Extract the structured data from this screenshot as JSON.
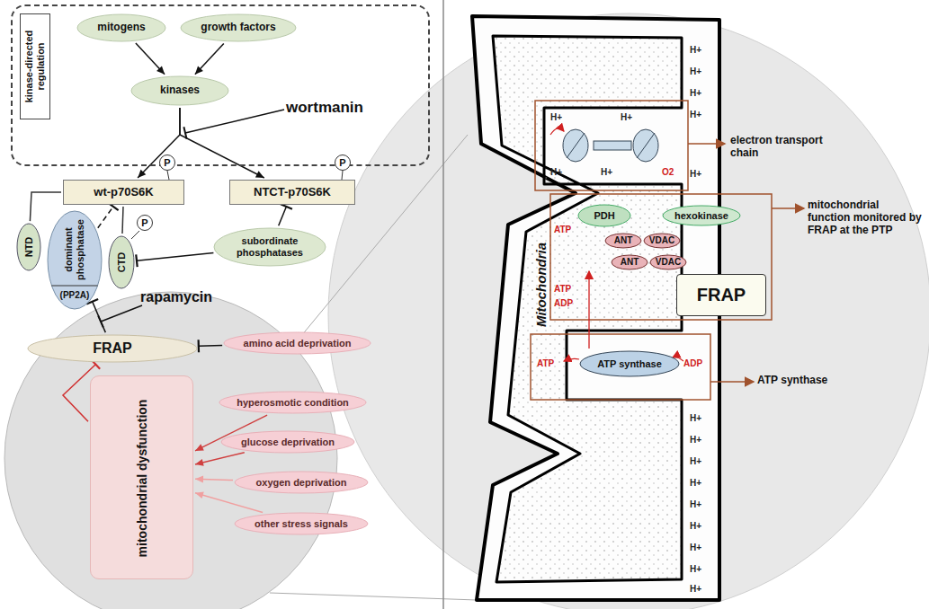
{
  "diagram": {
    "nodes": [
      {
        "text": [
          "kinase-directed regulation"
        ]
      },
      {
        "text": [
          "mitogens"
        ],
        "in": 0
      },
      {
        "text": [
          "growth factors"
        ],
        "in": 0
      },
      {
        "text": [
          "kinases"
        ],
        "in": 0
      },
      {
        "text": [
          "wt-p70S6K"
        ]
      },
      {
        "text": [
          "NTCT-p70S6K"
        ]
      },
      {
        "text": [
          "NTD"
        ]
      },
      {
        "text": [
          "dominant phosphatase",
          "(PP2A)"
        ]
      },
      {
        "text": [
          "CTD"
        ]
      },
      {
        "text": [
          "subordinate phosphatases"
        ]
      },
      {
        "text": [
          "FRAP"
        ]
      },
      {
        "text": [
          "mitochondrial dysfunction"
        ]
      },
      {
        "text": [
          "amino acid deprivation"
        ]
      },
      {
        "text": [
          "hyperosmotic condition"
        ]
      },
      {
        "text": [
          "glucose deprivation"
        ]
      },
      {
        "text": [
          "oxygen deprivation"
        ]
      },
      {
        "text": [
          "other stress signals"
        ]
      },
      {
        "text": [
          "PDH"
        ]
      },
      {
        "text": [
          "hexokinase"
        ]
      },
      {
        "text": [
          "ANT"
        ]
      },
      {
        "text": [
          "VDAC"
        ]
      },
      {
        "text": [
          "ANT"
        ]
      },
      {
        "text": [
          "VDAC"
        ]
      },
      {
        "text": [
          "FRAP"
        ]
      },
      {
        "text": [
          "ATP synthase"
        ]
      }
    ],
    "edges": [
      {
        "from": 1,
        "to": 3,
        "arrow": "to"
      },
      {
        "from": 2,
        "to": 3,
        "arrow": "to"
      },
      {
        "from": 3,
        "to": 4,
        "arrow": "to"
      },
      {
        "from": 3,
        "to": 5,
        "arrow": "to"
      },
      {
        "from": 7,
        "to": 4,
        "arrow": "to"
      },
      {
        "from": 9,
        "to": 8,
        "arrow": "to"
      },
      {
        "from": 9,
        "to": 5,
        "arrow": "to"
      },
      {
        "from": 4,
        "to": 6,
        "arrow": "none"
      },
      {
        "from": 4,
        "to": 8,
        "arrow": "none"
      },
      {
        "from": 10,
        "to": 7,
        "arrow": "to"
      },
      {
        "from": 12,
        "to": 10,
        "arrow": "to"
      },
      {
        "from": 11,
        "to": 10,
        "arrow": "to"
      },
      {
        "from": 13,
        "to": 11,
        "arrow": "to"
      },
      {
        "from": 14,
        "to": 11,
        "arrow": "to"
      },
      {
        "from": 15,
        "to": 11,
        "arrow": "to"
      },
      {
        "from": 16,
        "to": 11,
        "arrow": "to"
      }
    ],
    "labels": [
      "wortmanin",
      "P",
      "P",
      "P",
      "rapamycin",
      "Mitochondria",
      "electron transport chain",
      "mitochondrial function monitored by FRAP at the PTP",
      "ATP synthase",
      "ATP",
      "ATP",
      "ADP",
      "ATP",
      "ADP",
      "O2",
      "H+",
      "H+",
      "H+",
      "H+",
      "H+",
      "H+",
      "H+",
      "H+",
      "H+",
      "H+",
      "H+",
      "H+",
      "H+",
      "H+",
      "H+",
      "H+",
      "H+",
      "H+"
    ]
  }
}
